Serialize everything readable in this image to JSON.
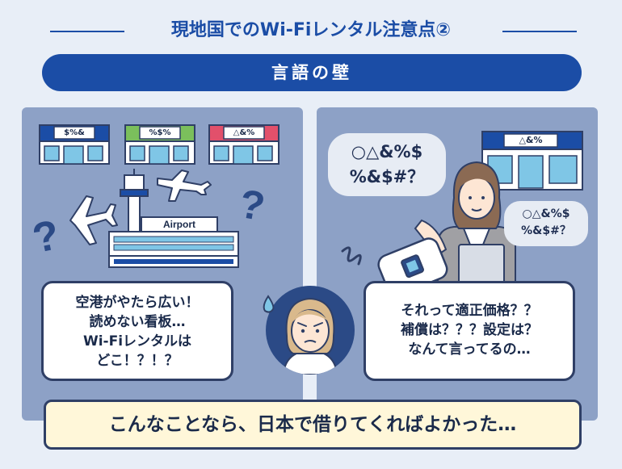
{
  "header": {
    "title": "現地国でのWi-Fiレンタル注意点②"
  },
  "banner": {
    "label": "言語の壁"
  },
  "left_panel": {
    "store_signs": [
      "$%&",
      "%$%",
      "△&%"
    ],
    "airport_sign": "Airport",
    "bubble_lines": [
      "空港がやたら広い！",
      "読めない看板…",
      "Wi-Fiレンタルは",
      "どこ！？！？"
    ]
  },
  "right_panel": {
    "store_sign": "△&%",
    "cloud_large": [
      "○△&%$",
      "%&$#？"
    ],
    "cloud_small": [
      "○△&%$",
      "%&$#？"
    ],
    "bubble_lines": [
      "それって適正価格？？",
      "補償は？？？設定は？",
      "なんて言ってるの…"
    ]
  },
  "footer": {
    "caption": "こんなことなら、日本で借りてくればよかった…"
  },
  "colors": {
    "navy": "#1b4da6",
    "panel": "#8da1c6",
    "cream": "#fff7d9"
  }
}
